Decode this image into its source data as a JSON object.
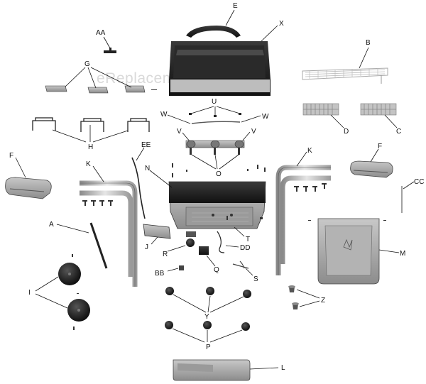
{
  "watermark": "eReplacementParts.com",
  "labels": {
    "E": "E",
    "X": "X",
    "AA": "AA",
    "B": "B",
    "G": "G",
    "U": "U",
    "W_left": "W",
    "W_right": "W",
    "D": "D",
    "C": "C",
    "H": "H",
    "V_left": "V",
    "V_right": "V",
    "F_left": "F",
    "F_right": "F",
    "EE": "EE",
    "K_left": "K",
    "K_right": "K",
    "N": "N",
    "O": "O",
    "CC": "CC",
    "A": "A",
    "J": "J",
    "T": "T",
    "R": "R",
    "DD": "DD",
    "M": "M",
    "I": "I",
    "BB": "BB",
    "Q": "Q",
    "S": "S",
    "Z": "Z",
    "Y": "Y",
    "P": "P",
    "L": "L"
  }
}
